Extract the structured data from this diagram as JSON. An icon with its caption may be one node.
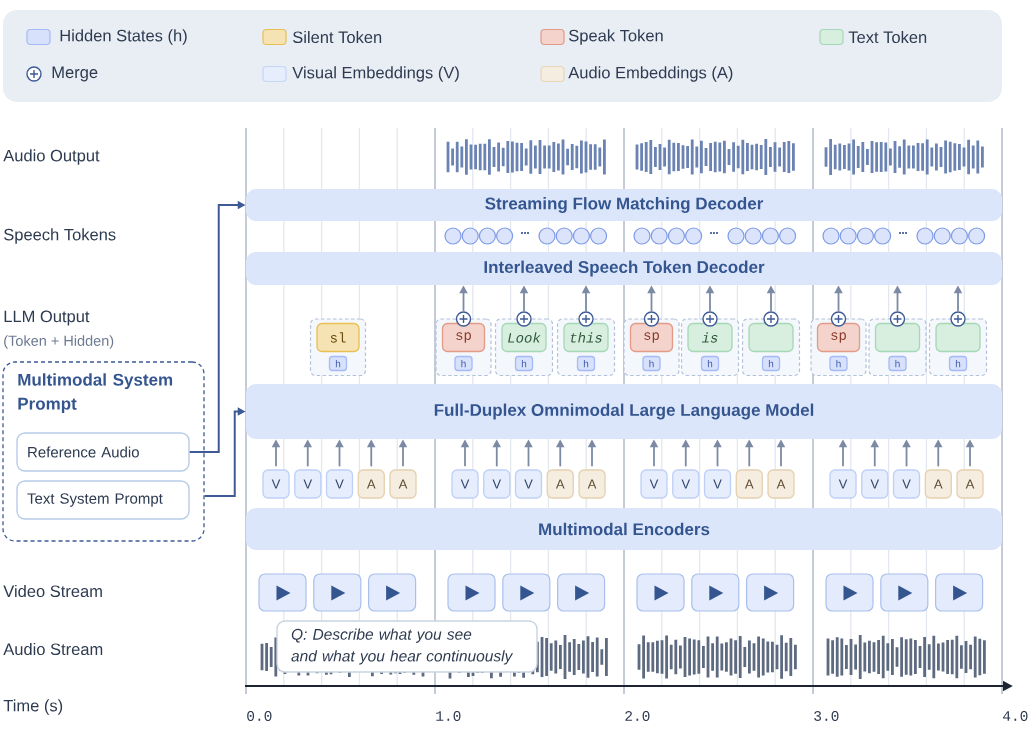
{
  "diagram": {
    "nodes": [
      {
        "text": [
          "Streaming Flow Matching Decoder"
        ]
      },
      {
        "text": [
          "Interleaved Speech Token Decoder"
        ]
      },
      {
        "text": [],
        "shape": "box"
      },
      {
        "text": [
          "sl"
        ],
        "in": 2
      },
      {
        "text": [
          "h"
        ],
        "in": 2
      },
      {
        "text": [],
        "shape": "box"
      },
      {
        "text": [
          "sp"
        ],
        "in": 5
      },
      {
        "text": [
          "h"
        ],
        "in": 5
      },
      {
        "text": [],
        "shape": "circle"
      },
      {
        "text": [],
        "shape": "box"
      },
      {
        "text": [
          "Look"
        ],
        "in": 9
      },
      {
        "text": [
          "h"
        ],
        "in": 9
      },
      {
        "text": [],
        "shape": "circle"
      },
      {
        "text": [],
        "shape": "box"
      },
      {
        "text": [
          "this"
        ],
        "in": 13
      },
      {
        "text": [
          "h"
        ],
        "in": 13
      },
      {
        "text": [],
        "shape": "circle"
      },
      {
        "text": [],
        "shape": "box"
      },
      {
        "text": [
          "sp"
        ],
        "in": 17
      },
      {
        "text": [
          "h"
        ],
        "in": 17
      },
      {
        "text": [],
        "shape": "circle"
      },
      {
        "text": [],
        "shape": "box"
      },
      {
        "text": [
          "is"
        ],
        "in": 21
      },
      {
        "text": [
          "h"
        ],
        "in": 21
      },
      {
        "text": [],
        "shape": "circle"
      },
      {
        "text": [],
        "shape": "box"
      },
      {
        "text": [],
        "shape": "box",
        "in": 25
      },
      {
        "text": [
          "h"
        ],
        "in": 25
      },
      {
        "text": [],
        "shape": "circle"
      },
      {
        "text": [],
        "shape": "box"
      },
      {
        "text": [
          "sp"
        ],
        "in": 29
      },
      {
        "text": [
          "h"
        ],
        "in": 29
      },
      {
        "text": [],
        "shape": "circle"
      },
      {
        "text": [],
        "shape": "box"
      },
      {
        "text": [],
        "shape": "box",
        "in": 33
      },
      {
        "text": [
          "h"
        ],
        "in": 33
      },
      {
        "text": [],
        "shape": "circle"
      },
      {
        "text": [],
        "shape": "box"
      },
      {
        "text": [],
        "shape": "box",
        "in": 37
      },
      {
        "text": [
          "h"
        ],
        "in": 37
      },
      {
        "text": [],
        "shape": "circle"
      },
      {
        "text": [
          "Multimodal System Prompt"
        ]
      },
      {
        "text": [
          "Reference Audio"
        ],
        "in": 41
      },
      {
        "text": [
          "Text System Prompt"
        ],
        "in": 41
      },
      {
        "text": [
          "Full-Duplex Omnimodal Large Language Model"
        ]
      },
      {
        "text": [
          "V"
        ]
      },
      {
        "text": [
          "V"
        ]
      },
      {
        "text": [
          "V"
        ]
      },
      {
        "text": [
          "A"
        ]
      },
      {
        "text": [
          "A"
        ]
      },
      {
        "text": [
          "V"
        ]
      },
      {
        "text": [
          "V"
        ]
      },
      {
        "text": [
          "V"
        ]
      },
      {
        "text": [
          "A"
        ]
      },
      {
        "text": [
          "A"
        ]
      },
      {
        "text": [
          "V"
        ]
      },
      {
        "text": [
          "V"
        ]
      },
      {
        "text": [
          "V"
        ]
      },
      {
        "text": [
          "A"
        ]
      },
      {
        "text": [
          "A"
        ]
      },
      {
        "text": [
          "V"
        ]
      },
      {
        "text": [
          "V"
        ]
      },
      {
        "text": [
          "V"
        ]
      },
      {
        "text": [
          "A"
        ]
      },
      {
        "text": [
          "A"
        ]
      },
      {
        "text": [
          "Multimodal Encoders"
        ]
      },
      {
        "text": [
          "Q: Describe what you see and what you hear continuously"
        ]
      }
    ],
    "edges": [
      {
        "from": 42,
        "to": 0,
        "arrow": "to",
        "color": "#3d5a96"
      },
      {
        "from": 41,
        "to": 44,
        "arrow": "to",
        "color": "#3d5a96"
      },
      {
        "from": 8,
        "to": 1,
        "arrow": "to"
      },
      {
        "from": 12,
        "to": 1,
        "arrow": "to"
      },
      {
        "from": 16,
        "to": 1,
        "arrow": "to"
      },
      {
        "from": 20,
        "to": 1,
        "arrow": "to"
      },
      {
        "from": 24,
        "to": 1,
        "arrow": "to"
      },
      {
        "from": 28,
        "to": 1,
        "arrow": "to"
      },
      {
        "from": 32,
        "to": 1,
        "arrow": "to"
      },
      {
        "from": 36,
        "to": 1,
        "arrow": "to"
      },
      {
        "from": 40,
        "to": 1,
        "arrow": "to"
      },
      {
        "from": 45,
        "to": 44,
        "arrow": "to"
      },
      {
        "from": 46,
        "to": 44,
        "arrow": "to"
      },
      {
        "from": 47,
        "to": 44,
        "arrow": "to"
      },
      {
        "from": 48,
        "to": 44,
        "arrow": "to"
      },
      {
        "from": 49,
        "to": 44,
        "arrow": "to"
      },
      {
        "from": 50,
        "to": 44,
        "arrow": "to"
      },
      {
        "from": 51,
        "to": 44,
        "arrow": "to"
      },
      {
        "from": 52,
        "to": 44,
        "arrow": "to"
      },
      {
        "from": 53,
        "to": 44,
        "arrow": "to"
      },
      {
        "from": 54,
        "to": 44,
        "arrow": "to"
      },
      {
        "from": 55,
        "to": 44,
        "arrow": "to"
      },
      {
        "from": 56,
        "to": 44,
        "arrow": "to"
      },
      {
        "from": 57,
        "to": 44,
        "arrow": "to"
      },
      {
        "from": 58,
        "to": 44,
        "arrow": "to"
      },
      {
        "from": 59,
        "to": 44,
        "arrow": "to"
      },
      {
        "from": 60,
        "to": 44,
        "arrow": "to"
      },
      {
        "from": 61,
        "to": 44,
        "arrow": "to"
      },
      {
        "from": 62,
        "to": 44,
        "arrow": "to"
      },
      {
        "from": 63,
        "to": 44,
        "arrow": "to"
      },
      {
        "from": 64,
        "to": 44,
        "arrow": "to"
      }
    ],
    "labels": [
      "Audio Output",
      "Speech Tokens",
      "LLM Output",
      "(Token + Hidden)",
      "Video Stream",
      "Audio Stream",
      "Time (s)",
      "0.0",
      "1.0",
      "2.0",
      "3.0",
      "4.0"
    ],
    "legend": [
      {
        "text": "Hidden States (h)",
        "color": "#d8e1fb"
      },
      {
        "text": "Silent Token",
        "color": "#f6e3b4"
      },
      {
        "text": "Speak Token",
        "color": "#f3d3cb"
      },
      {
        "text": "Text Token",
        "color": "#d8eedf"
      },
      {
        "text": "Merge"
      },
      {
        "text": "Visual Embeddings (V)",
        "color": "#e6edfc"
      },
      {
        "text": "Audio Embeddings (A)",
        "color": "#f5ede0"
      }
    ]
  }
}
